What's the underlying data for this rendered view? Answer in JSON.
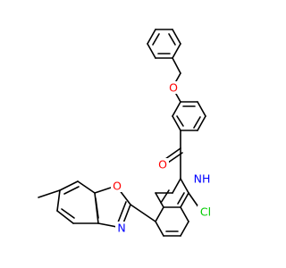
{
  "molecule": {
    "atoms": [
      {
        "id": "O_ether",
        "label": "O",
        "color": "#ff0000"
      },
      {
        "id": "O_carbonyl",
        "label": "O",
        "color": "#ff0000"
      },
      {
        "id": "N_amide",
        "label": "NH",
        "color": "#0000ff"
      },
      {
        "id": "Cl",
        "label": "Cl",
        "color": "#00cc00"
      },
      {
        "id": "O_oxazole",
        "label": "O",
        "color": "#ff0000"
      },
      {
        "id": "N_oxazole",
        "label": "N",
        "color": "#0000ff"
      }
    ]
  }
}
